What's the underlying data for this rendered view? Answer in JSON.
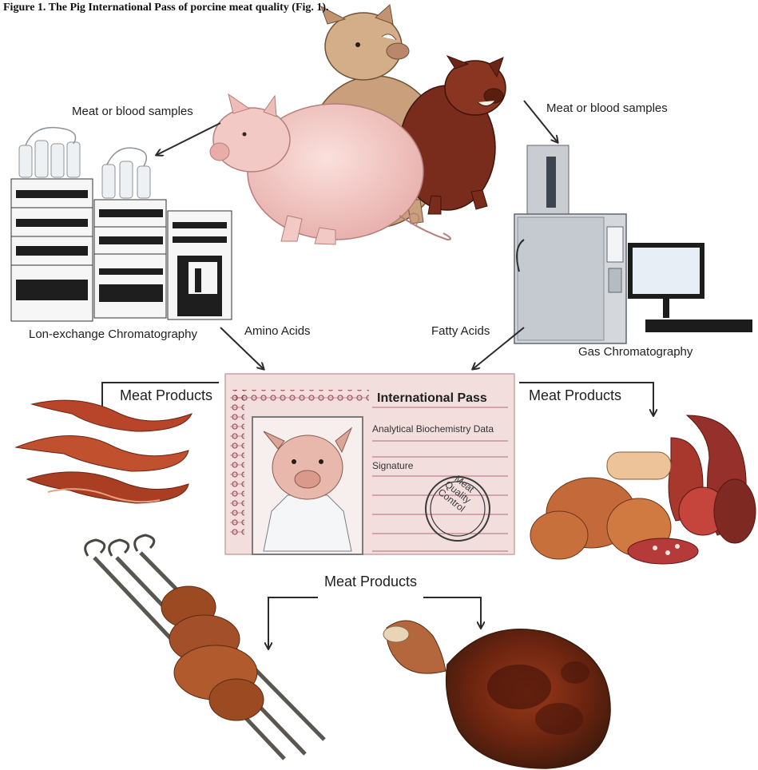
{
  "figure_caption": "Figure 1. The Pig International Pass of porcine meat quality (Fig. 1).",
  "labels": {
    "sample_left": "Meat or blood samples",
    "sample_right": "Meat or blood samples",
    "method_left": "Lon-exchange Chromatography",
    "method_right": "Gas Chromatography",
    "analyte_left": "Amino Acids",
    "analyte_right": "Fatty Acids",
    "products_left": "Meat Products",
    "products_right": "Meat Products",
    "products_bottom": "Meat Products"
  },
  "pass": {
    "title": "International Pass",
    "field_1": "Analytical Biochemistry Data",
    "field_2": "Signature",
    "seal_text": "Meat\nQuality\nControl"
  },
  "colors": {
    "pass_bg": "#f3dede",
    "pass_border": "#8a2a3a",
    "bacon": "#b8452a",
    "sausage": "#c46a3a",
    "pork_pink": "#f2c9c4",
    "pork_tan": "#caa07c",
    "pork_red": "#7a2c1c",
    "equipment_grey": "#c9cdd2"
  }
}
